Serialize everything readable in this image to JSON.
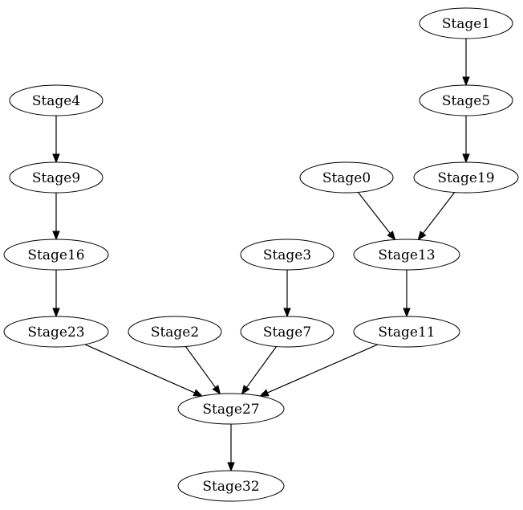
{
  "nodes": {
    "n1": {
      "label": "Stage1"
    },
    "n5": {
      "label": "Stage5"
    },
    "n19": {
      "label": "Stage19"
    },
    "n0": {
      "label": "Stage0"
    },
    "n13": {
      "label": "Stage13"
    },
    "n11": {
      "label": "Stage11"
    },
    "n4": {
      "label": "Stage4"
    },
    "n9": {
      "label": "Stage9"
    },
    "n16": {
      "label": "Stage16"
    },
    "n23": {
      "label": "Stage23"
    },
    "n3": {
      "label": "Stage3"
    },
    "n7": {
      "label": "Stage7"
    },
    "n2": {
      "label": "Stage2"
    },
    "n27": {
      "label": "Stage27"
    },
    "n32": {
      "label": "Stage32"
    }
  },
  "edges": [
    {
      "from": "n1",
      "to": "n5"
    },
    {
      "from": "n5",
      "to": "n19"
    },
    {
      "from": "n19",
      "to": "n13"
    },
    {
      "from": "n0",
      "to": "n13"
    },
    {
      "from": "n13",
      "to": "n11"
    },
    {
      "from": "n4",
      "to": "n9"
    },
    {
      "from": "n9",
      "to": "n16"
    },
    {
      "from": "n16",
      "to": "n23"
    },
    {
      "from": "n3",
      "to": "n7"
    },
    {
      "from": "n23",
      "to": "n27"
    },
    {
      "from": "n2",
      "to": "n27"
    },
    {
      "from": "n7",
      "to": "n27"
    },
    {
      "from": "n11",
      "to": "n27"
    },
    {
      "from": "n27",
      "to": "n32"
    }
  ]
}
